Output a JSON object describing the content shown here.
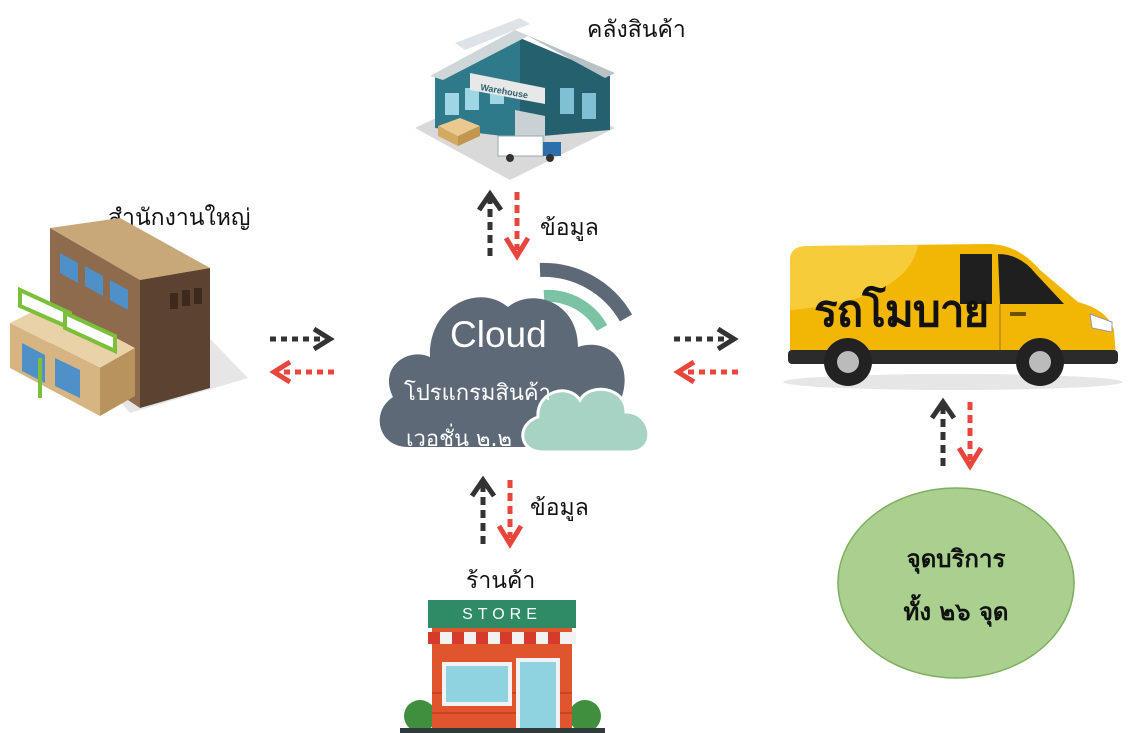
{
  "labels": {
    "warehouse": "คลังสินค้า",
    "head_office": "สำนักงานใหญ่",
    "data_top": "ข้อมูล",
    "data_bottom": "ข้อมูล",
    "store": "ร้านค้า"
  },
  "cloud": {
    "title": "Cloud",
    "line1": "โปรแกรมสินค้า",
    "line2": "เวอชั่น ๒.๒"
  },
  "van": {
    "text": "รถโมบาย"
  },
  "store_sign": "STORE",
  "warehouse_sign": "Warehouse",
  "service_point": {
    "line1": "จุดบริการ",
    "line2": "ทั้ง ๒๖ จุด"
  },
  "colors": {
    "cloud_dark": "#5e6977",
    "cloud_light": "#a7d3c5",
    "wifi_gray": "#5e6977",
    "wifi_green": "#7cc3a6",
    "arrow_dark": "#333333",
    "arrow_red": "#e8453c",
    "van_yellow": "#f2b705",
    "service_green": "#a9d08e",
    "store_red": "#e0552d",
    "warehouse_teal": "#2f7a8a"
  }
}
